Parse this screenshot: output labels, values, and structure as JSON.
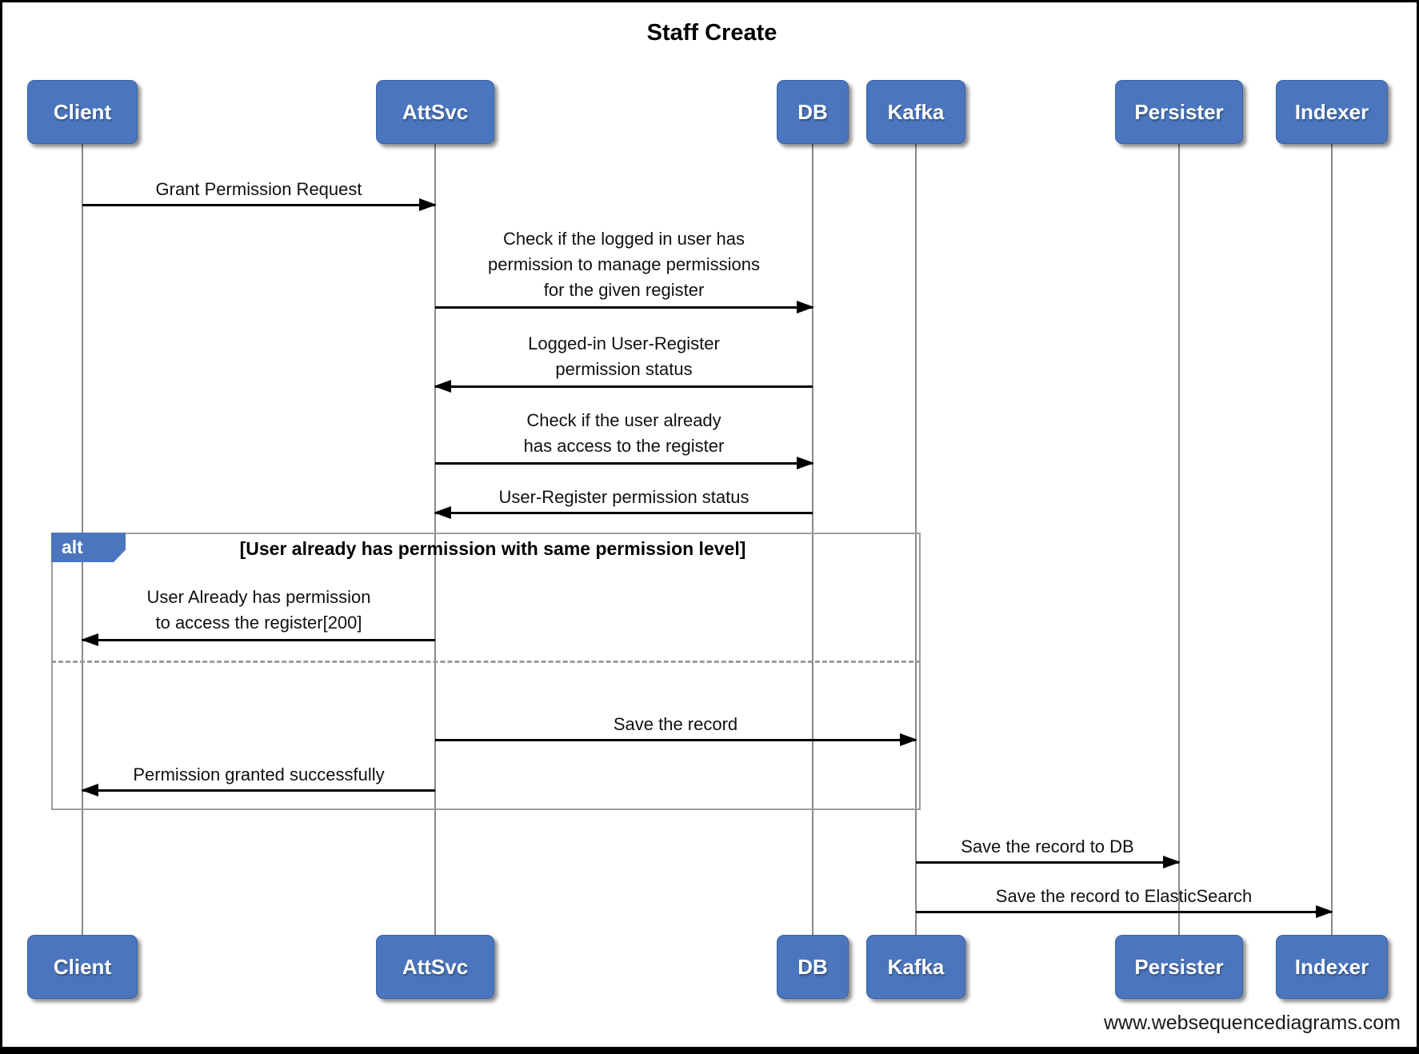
{
  "diagram": {
    "title": "Staff Create",
    "watermark": "www.websequencediagrams.com"
  },
  "actors": [
    {
      "label": "Client"
    },
    {
      "label": "AttSvc"
    },
    {
      "label": "DB"
    },
    {
      "label": "Kafka"
    },
    {
      "label": "Persister"
    },
    {
      "label": "Indexer"
    }
  ],
  "alt": {
    "label": "alt",
    "condition": "[User already has permission with same permission level]"
  },
  "messages": [
    {
      "from": "Client",
      "to": "AttSvc",
      "direction": "right",
      "lines": [
        "Grant Permission Request"
      ]
    },
    {
      "from": "AttSvc",
      "to": "DB",
      "direction": "right",
      "lines": [
        "Check if the logged in user has",
        "permission to manage permissions",
        "for the given register"
      ]
    },
    {
      "from": "DB",
      "to": "AttSvc",
      "direction": "left",
      "lines": [
        "Logged-in User-Register",
        "permission status"
      ]
    },
    {
      "from": "AttSvc",
      "to": "DB",
      "direction": "right",
      "lines": [
        "Check if the user already",
        "has access to the register"
      ]
    },
    {
      "from": "DB",
      "to": "AttSvc",
      "direction": "left",
      "lines": [
        "User-Register permission status"
      ]
    },
    {
      "from": "AttSvc",
      "to": "Client",
      "direction": "left",
      "lines": [
        "User Already has permission",
        "to access the register[200]"
      ]
    },
    {
      "from": "AttSvc",
      "to": "Kafka",
      "direction": "right",
      "lines": [
        "Save the record"
      ]
    },
    {
      "from": "AttSvc",
      "to": "Client",
      "direction": "left",
      "lines": [
        "Permission granted successfully"
      ]
    },
    {
      "from": "Kafka",
      "to": "Persister",
      "direction": "right",
      "lines": [
        "Save the record to DB"
      ]
    },
    {
      "from": "Kafka",
      "to": "Indexer",
      "direction": "right",
      "lines": [
        "Save the record to ElasticSearch"
      ]
    }
  ],
  "colors": {
    "actor_fill": "#4b76bd",
    "actor_border": "#3a63a8",
    "lifeline": "#8a8a8a",
    "frame": "#9c9c9c",
    "arrow": "#000000"
  }
}
